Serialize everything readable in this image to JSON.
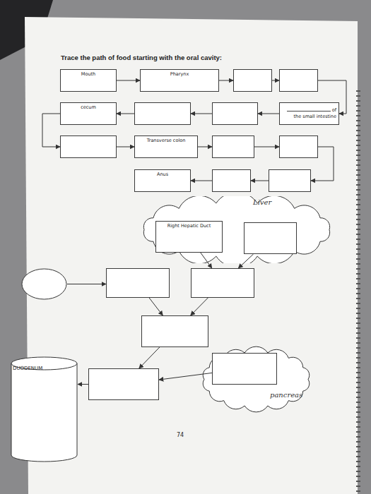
{
  "diagram": {
    "title": "Trace the path of food starting with the oral cavity:",
    "nodes": [
      {
        "text": [
          "Mouth"
        ]
      },
      {
        "text": [
          "Pharynx"
        ]
      },
      {
        "text": []
      },
      {
        "text": []
      },
      {
        "text": [
          "cecum"
        ]
      },
      {
        "text": []
      },
      {
        "text": []
      },
      {
        "text": [
          "of the small intestine"
        ]
      },
      {
        "text": []
      },
      {
        "text": [
          "Transverse colon"
        ]
      },
      {
        "text": []
      },
      {
        "text": []
      },
      {
        "text": [
          "Anus"
        ]
      },
      {
        "text": []
      },
      {
        "text": []
      },
      {
        "text": [
          "Liver"
        ]
      },
      {
        "text": [
          "Right Hepatic Duct"
        ],
        "in": 15
      },
      {
        "text": [],
        "in": 15
      },
      {
        "text": []
      },
      {
        "text": []
      },
      {
        "text": []
      },
      {
        "text": []
      },
      {
        "text": [
          "pancreas"
        ]
      },
      {
        "text": [],
        "in": 22
      },
      {
        "text": [
          "DUODENUM"
        ]
      },
      {
        "text": []
      }
    ],
    "edges": [
      {
        "from": 0,
        "to": 1,
        "arrow": "to"
      },
      {
        "from": 1,
        "to": 2,
        "arrow": "to"
      },
      {
        "from": 2,
        "to": 3,
        "arrow": "to"
      },
      {
        "from": 3,
        "to": 7,
        "arrow": "to"
      },
      {
        "from": 7,
        "to": 6,
        "arrow": "to"
      },
      {
        "from": 6,
        "to": 5,
        "arrow": "to"
      },
      {
        "from": 5,
        "to": 4,
        "arrow": "to"
      },
      {
        "from": 4,
        "to": 8,
        "arrow": "to"
      },
      {
        "from": 8,
        "to": 9,
        "arrow": "to"
      },
      {
        "from": 9,
        "to": 10,
        "arrow": "to"
      },
      {
        "from": 10,
        "to": 11,
        "arrow": "to"
      },
      {
        "from": 11,
        "to": 14,
        "arrow": "to"
      },
      {
        "from": 14,
        "to": 13,
        "arrow": "to"
      },
      {
        "from": 13,
        "to": 12,
        "arrow": "to"
      },
      {
        "from": 16,
        "to": 20,
        "arrow": "to"
      },
      {
        "from": 17,
        "to": 20,
        "arrow": "to"
      },
      {
        "from": 18,
        "to": 19,
        "arrow": "to"
      },
      {
        "from": 19,
        "to": 21,
        "arrow": "to"
      },
      {
        "from": 20,
        "to": 21,
        "arrow": "to"
      },
      {
        "from": 21,
        "to": 25,
        "arrow": "to"
      },
      {
        "from": 23,
        "to": 25,
        "arrow": "to"
      },
      {
        "from": 25,
        "to": 24,
        "arrow": "to"
      }
    ],
    "labels": [
      "74"
    ]
  }
}
